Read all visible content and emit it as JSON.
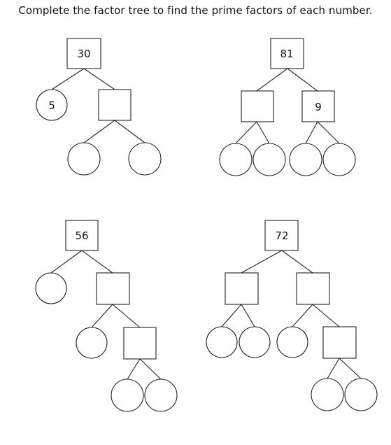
{
  "instruction": "Complete the factor tree to find the prime factors of each number.",
  "trees": [
    {
      "root": "30",
      "given": [
        "5",
        ""
      ]
    },
    {
      "root": "81",
      "given": [
        "",
        "9"
      ]
    },
    {
      "root": "56",
      "given": [
        ""
      ]
    },
    {
      "root": "72",
      "given": [
        ""
      ]
    }
  ]
}
